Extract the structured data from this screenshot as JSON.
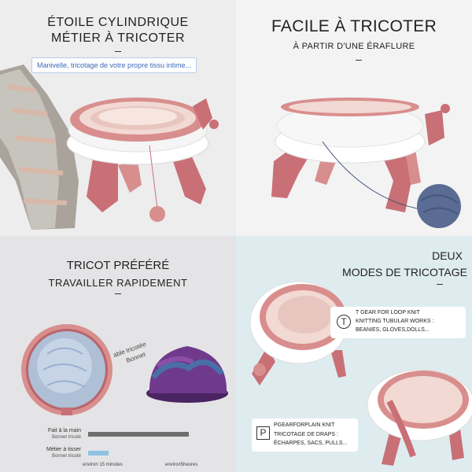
{
  "panel1": {
    "title1": "ÉTOILE CYLINDRIQUE",
    "title2": "MÉTIER À TRICOTER",
    "subtitle": "Manivelle, tricotage de votre propre tissu intime..."
  },
  "panel2": {
    "title": "FACILE À TRICOTER",
    "subtitle": "À PARTIR D'UNE ÉRAFLURE"
  },
  "panel3": {
    "title1": "TRICOT PRÉFÉRÉ",
    "title2": "TRAVAILLER RAPIDEMENT",
    "tag1": "able tricotée",
    "tag2": "Bonnet",
    "comparison": {
      "row1_label": "Fait à la main",
      "row1_sub": "Bonnet tricoté",
      "row2_label": "Métier à tisser",
      "row2_sub": "Bonnet tricoté",
      "tick1": "environ 15 minutes",
      "tick2": "environ5heures",
      "bar_handmade_fraction": 1.0,
      "bar_loom_fraction": 0.2
    }
  },
  "panel4": {
    "title1": "DEUX",
    "title2": "MODES DE TRICOTAGE",
    "mode1_icon": "T",
    "mode1_lines": [
      "T GEAR FOR LOOP KNIT",
      "KNITTING TUBULAR WORKS :",
      "BEANIES, GLOVES,DOLLS..."
    ],
    "mode2_icon": "P",
    "mode2_lines": [
      "PGEARFORPLAIN KNIT",
      "TRICOTAGE DE DRAPS :",
      "ÉCHARPES, SACS, PULLS..."
    ]
  },
  "colors": {
    "loom_pink": "#d98e8e",
    "loom_dark": "#b9646a",
    "white_body": "#ffffff",
    "yarn_blue": "#5a6c93",
    "bar_dark": "#6e6e6e",
    "bar_light": "#8fc2e0"
  }
}
